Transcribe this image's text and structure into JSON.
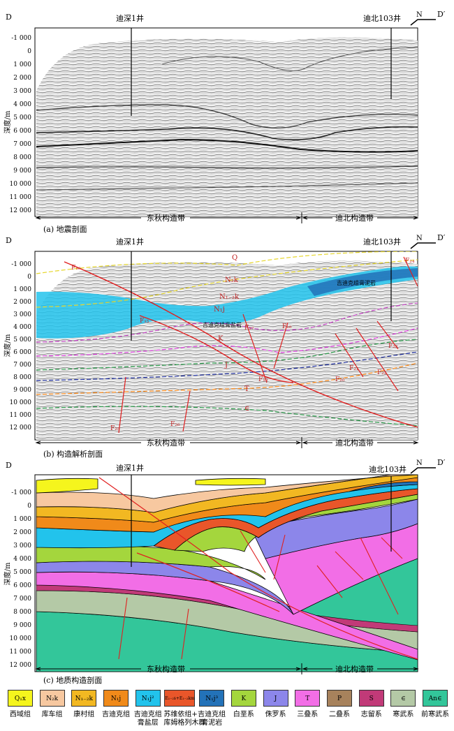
{
  "colors": {
    "Q1x": "#f5f51d",
    "N2k": "#f7c8a0",
    "N1_2k": "#f2b822",
    "N1j": "#f08a1a",
    "N1j2": "#22c3ec",
    "E": "#e9562a",
    "N1j3": "#2372b8",
    "K": "#a4d63d",
    "J": "#8c86ea",
    "T": "#f26ee6",
    "P": "#a7825c",
    "S": "#c13a78",
    "Cam": "#b4c9a6",
    "AnCam": "#33c69a",
    "fault": "#e02020"
  },
  "section_a": {
    "D": "D",
    "Dp": "D′",
    "N": "N",
    "well1": "迪深1井",
    "well2": "迪北103井",
    "ylabel": "深度/m",
    "belt1": "东秋构造带",
    "belt2": "迪北构造带",
    "caption": "(a) 地震剖面"
  },
  "section_b": {
    "D": "D",
    "Dp": "D′",
    "N": "N",
    "well1": "迪深1井",
    "well2": "迪北103井",
    "ylabel": "深度/m",
    "belt1": "东秋构造带",
    "belt2": "迪北构造带",
    "caption": "(b) 构造解析剖面",
    "salt_label": "吉迪克组膏盐岩",
    "mud_label": "吉迪克组膏泥岩",
    "unit_labels": [
      "Q",
      "N₂k",
      "N₁₋₂k",
      "N₁j",
      "K",
      "J",
      "T",
      "∈"
    ],
    "fault_labels": [
      "F₁₆",
      "F₁₅",
      "F₁₇",
      "F₁₈",
      "F₁₉",
      "F₂₀",
      "F₂₁",
      "F₂₂",
      "F₂₃",
      "F₂₄",
      "F₂₅",
      "F₂₆"
    ]
  },
  "section_c": {
    "D": "D",
    "Dp": "D′",
    "N": "N",
    "well1": "迪深1井",
    "well2": "迪北103井",
    "ylabel": "深度/m",
    "belt1": "东秋构造带",
    "belt2": "迪北构造带",
    "caption": "(c) 地质构造剖面"
  },
  "depth_ticks": [
    "-1 000",
    "0",
    "1 000",
    "2 000",
    "3 000",
    "4 000",
    "5 000",
    "6 000",
    "7 000",
    "8 000",
    "9 000",
    "10 000",
    "11 000",
    "12 000"
  ],
  "legend": [
    {
      "code": "Q₁x",
      "label": "西域组",
      "color": "#f5f51d"
    },
    {
      "code": "N₂k",
      "label": "库车组",
      "color": "#f7c8a0"
    },
    {
      "code": "N₁₋₂k",
      "label": "康村组",
      "color": "#f2b822"
    },
    {
      "code": "N₁j",
      "label": "吉迪克组",
      "color": "#f08a1a"
    },
    {
      "code": "N₁j²",
      "label": "吉迪克组\n膏盐层",
      "color": "#22c3ec"
    },
    {
      "code": "E₁₋₂s+E₁₋₂km",
      "label": "苏维依组+\n库姆格列木群",
      "color": "#e9562a"
    },
    {
      "code": "N₁j³",
      "label": "吉迪克组\n膏泥岩",
      "color": "#2372b8"
    },
    {
      "code": "K",
      "label": "白垩系",
      "color": "#a4d63d"
    },
    {
      "code": "J",
      "label": "侏罗系",
      "color": "#8c86ea"
    },
    {
      "code": "T",
      "label": "三叠系",
      "color": "#f26ee6"
    },
    {
      "code": "P",
      "label": "二叠系",
      "color": "#a7825c"
    },
    {
      "code": "S",
      "label": "志留系",
      "color": "#c13a78"
    },
    {
      "code": "∈",
      "label": "寒武系",
      "color": "#b4c9a6"
    },
    {
      "code": "An∈",
      "label": "前寒武系",
      "color": "#33c69a"
    }
  ]
}
